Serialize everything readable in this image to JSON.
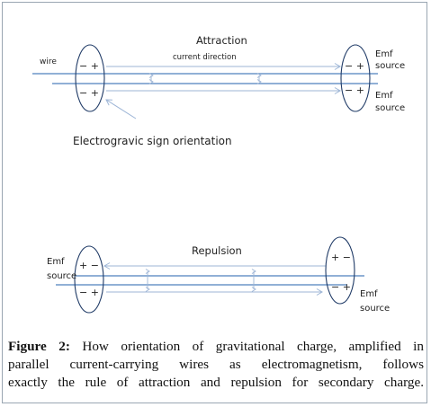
{
  "top_diagram": {
    "title": "Attraction",
    "wire_label": "wire",
    "current_label": "current direction",
    "emf_top_line1": "Emf",
    "emf_top_line2": "source",
    "emf_bottom_line1": "Emf",
    "emf_bottom_line2": "source",
    "orientation_label": "Electrogravic sign orientation",
    "left_upper_signs": "− +",
    "left_lower_signs": "− +",
    "right_upper_signs": "− +",
    "right_lower_signs": "− +"
  },
  "bottom_diagram": {
    "title": "Repulsion",
    "emf_left_line1": "Emf",
    "emf_left_line2": "source",
    "emf_right_line1": "Emf",
    "emf_right_line2": "source",
    "left_upper_signs": "+ −",
    "left_lower_signs": "− +",
    "right_upper_signs": "+ −",
    "right_lower_signs": "− +"
  },
  "caption": {
    "label": "Figure 2:",
    "line1": "How orientation of gravitational charge, amplified in",
    "line2": "parallel current-carrying wires as electromagnetism, follows",
    "line3": "exactly the rule of attraction and repulsion for secondary charge."
  },
  "colors": {
    "wire": "#4f81bd",
    "ellipse": "#1f3a66",
    "arrow": "#9db5d6",
    "text": "#222222"
  }
}
